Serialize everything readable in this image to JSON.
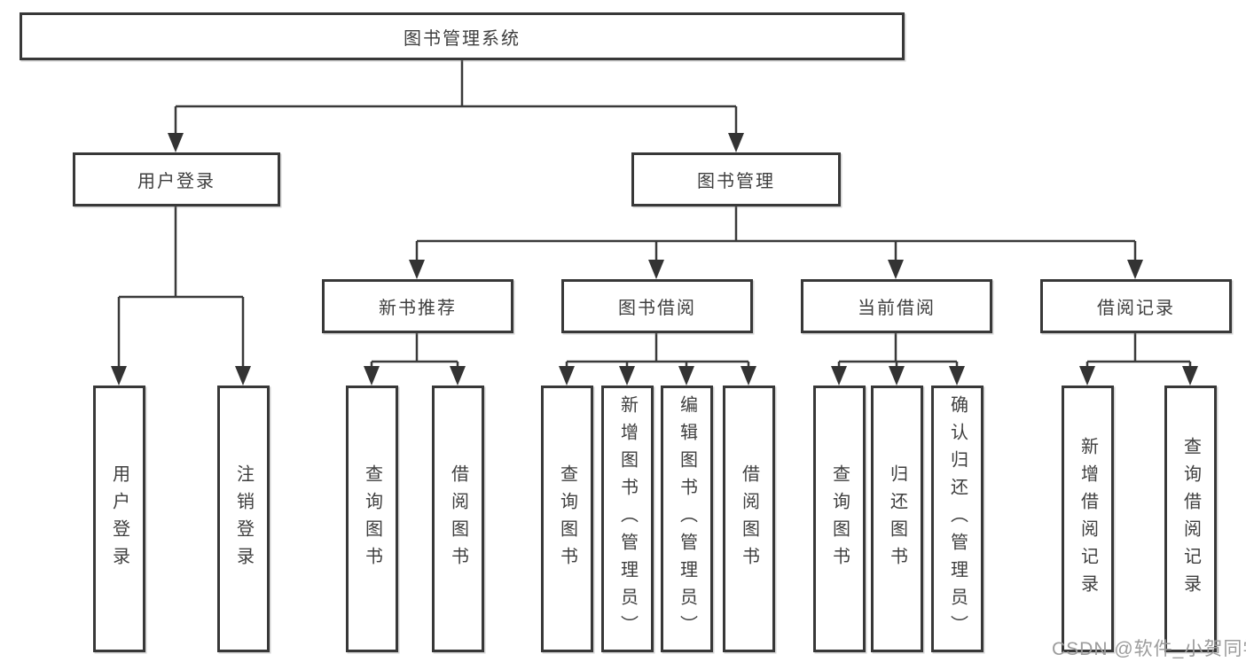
{
  "diagram": {
    "root": {
      "label": "图书管理系统"
    },
    "branches": [
      {
        "label": "用户登录",
        "children": [
          {
            "label": "用户登录"
          },
          {
            "label": "注销登录"
          }
        ]
      },
      {
        "label": "图书管理",
        "children": [
          {
            "label": "新书推荐",
            "children": [
              {
                "label": "查询图书"
              },
              {
                "label": "借阅图书"
              }
            ]
          },
          {
            "label": "图书借阅",
            "children": [
              {
                "label": "查询图书"
              },
              {
                "label": "新增图书（管理员）"
              },
              {
                "label": "编辑图书（管理员）"
              },
              {
                "label": "借阅图书"
              }
            ]
          },
          {
            "label": "当前借阅",
            "children": [
              {
                "label": "查询图书"
              },
              {
                "label": "归还图书"
              },
              {
                "label": "确认归还（管理员）"
              }
            ]
          },
          {
            "label": "借阅记录",
            "children": [
              {
                "label": "新增借阅记录"
              },
              {
                "label": "查询借阅记录"
              }
            ]
          }
        ]
      }
    ]
  },
  "watermark": {
    "text": "CSDN @软件_小贺同学",
    "color": "#9c9c9c"
  },
  "colors": {
    "line": "#3a3a3a",
    "arrow": "#333333",
    "box_border": "#383838",
    "text": "#3e3e3e",
    "background": "#ffffff"
  }
}
